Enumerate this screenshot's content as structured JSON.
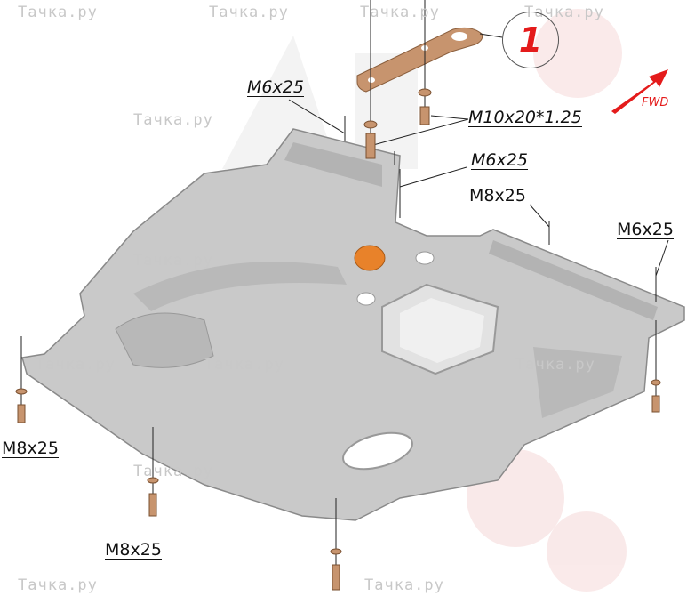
{
  "watermarks": [
    "Тачка.ру",
    "Тачка.ру",
    "Тачка.ру",
    "Тачка.ру",
    "Тачка.ру",
    "Тачка.ру",
    "Тачка.ру",
    "Тачка.ру",
    "Тачка.ру",
    "Тачка.ру",
    "Тачка.ру",
    "Тачка.ру"
  ],
  "brand_watermark": "ALFeco",
  "callout": "1",
  "direction_label": "FWD",
  "labels": {
    "top_left": "M6x25",
    "bracket_bolts": "M10x20*1.25",
    "center": "M6x25",
    "right_mid": "M8x25",
    "right": "M6x25",
    "left": "M8x25",
    "bottom": "M8x25"
  },
  "colors": {
    "plate": "#c9c9c9",
    "bracket": "#c7946e",
    "accent": "#e41b1b",
    "brand_badge": "#e8822a"
  }
}
